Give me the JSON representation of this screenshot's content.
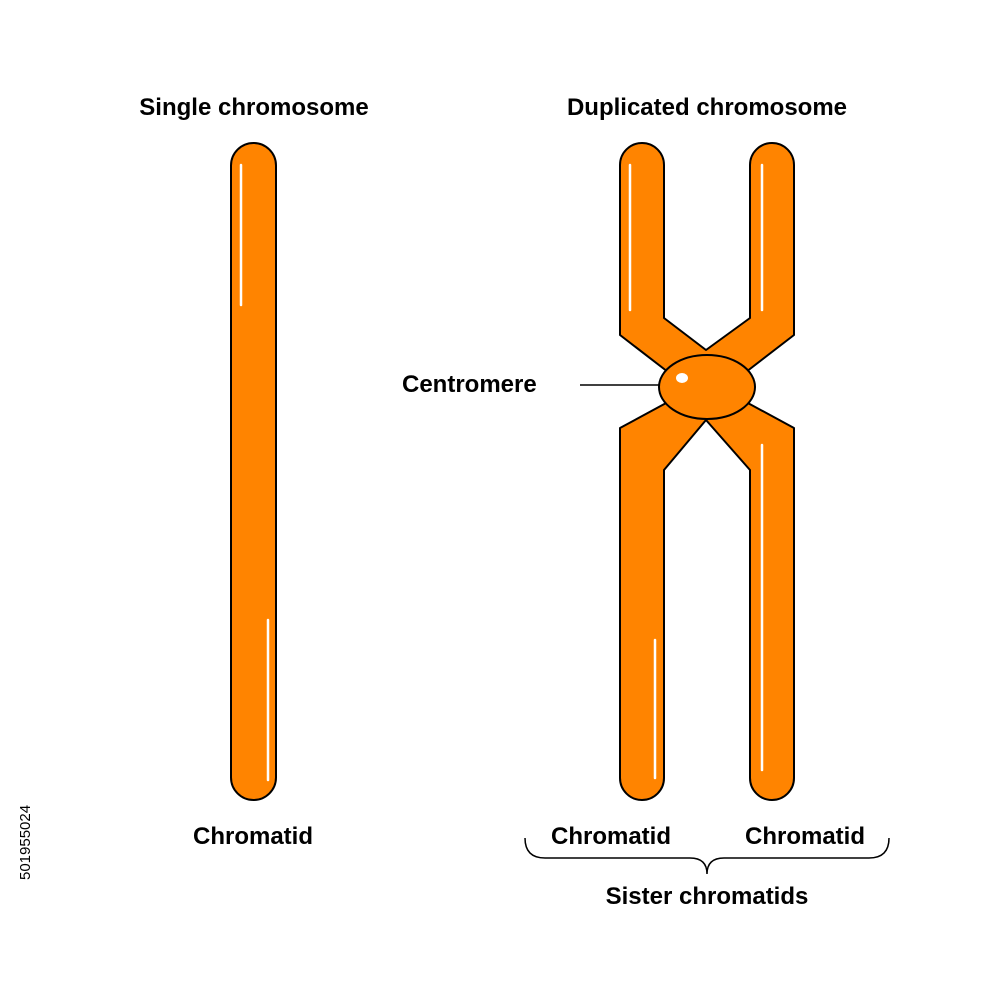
{
  "labels": {
    "single_title": "Single chromosome",
    "duplicated_title": "Duplicated chromosome",
    "centromere": "Centromere",
    "chromatid_single": "Chromatid",
    "chromatid_left": "Chromatid",
    "chromatid_right": "Chromatid",
    "sister_chromatids": "Sister chromatids"
  },
  "watermark": {
    "stock_id": "501955024"
  },
  "colors": {
    "chromosome_fill": "#FF8400",
    "outline": "#000000",
    "highlight": "#FFFFFF",
    "background": "#FFFFFF"
  }
}
